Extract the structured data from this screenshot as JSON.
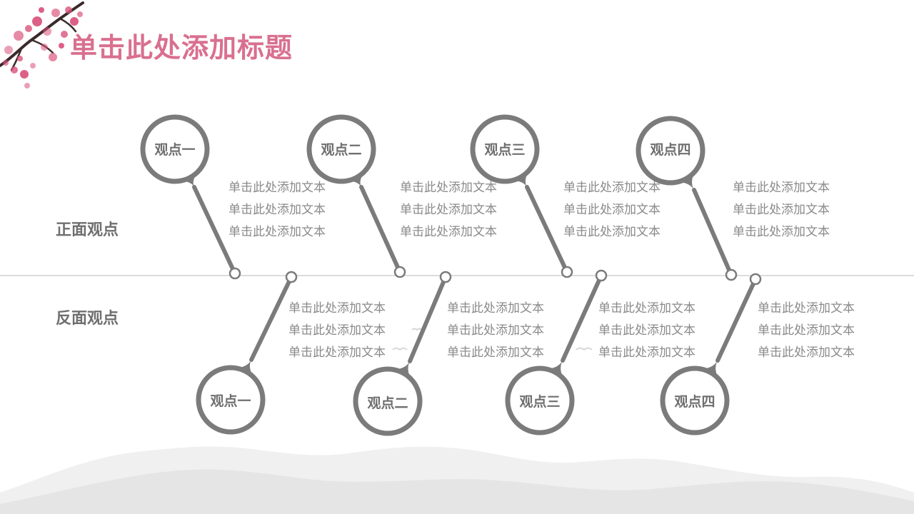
{
  "title": "单击此处添加标题",
  "colors": {
    "title": "#d9708f",
    "pin": "#7b7b7b",
    "label": "#6f6f6f",
    "text": "#8a8a8a",
    "axis": "#cfcfcf",
    "blossom": "#d9507a",
    "mountain": "#e4e4e4"
  },
  "upper": {
    "label": "正面观点",
    "pins": [
      {
        "label": "观点一"
      },
      {
        "label": "观点二"
      },
      {
        "label": "观点三"
      },
      {
        "label": "观点四"
      }
    ],
    "texts": [
      [
        "单击此处添加文本",
        "单击此处添加文本",
        "单击此处添加文本"
      ],
      [
        "单击此处添加文本",
        "单击此处添加文本",
        "单击此处添加文本"
      ],
      [
        "单击此处添加文本",
        "单击此处添加文本",
        "单击此处添加文本"
      ],
      [
        "单击此处添加文本",
        "单击此处添加文本",
        "单击此处添加文本"
      ]
    ]
  },
  "lower": {
    "label": "反面观点",
    "pins": [
      {
        "label": "观点一"
      },
      {
        "label": "观点二"
      },
      {
        "label": "观点三"
      },
      {
        "label": "观点四"
      }
    ],
    "texts": [
      [
        "单击此处添加文本",
        "单击此处添加文本",
        "单击此处添加文本"
      ],
      [
        "单击此处添加文本",
        "单击此处添加文本",
        "单击此处添加文本"
      ],
      [
        "单击此处添加文本",
        "单击此处添加文本",
        "单击此处添加文本"
      ],
      [
        "单击此处添加文本",
        "单击此处添加文本",
        "单击此处添加文本"
      ]
    ]
  }
}
